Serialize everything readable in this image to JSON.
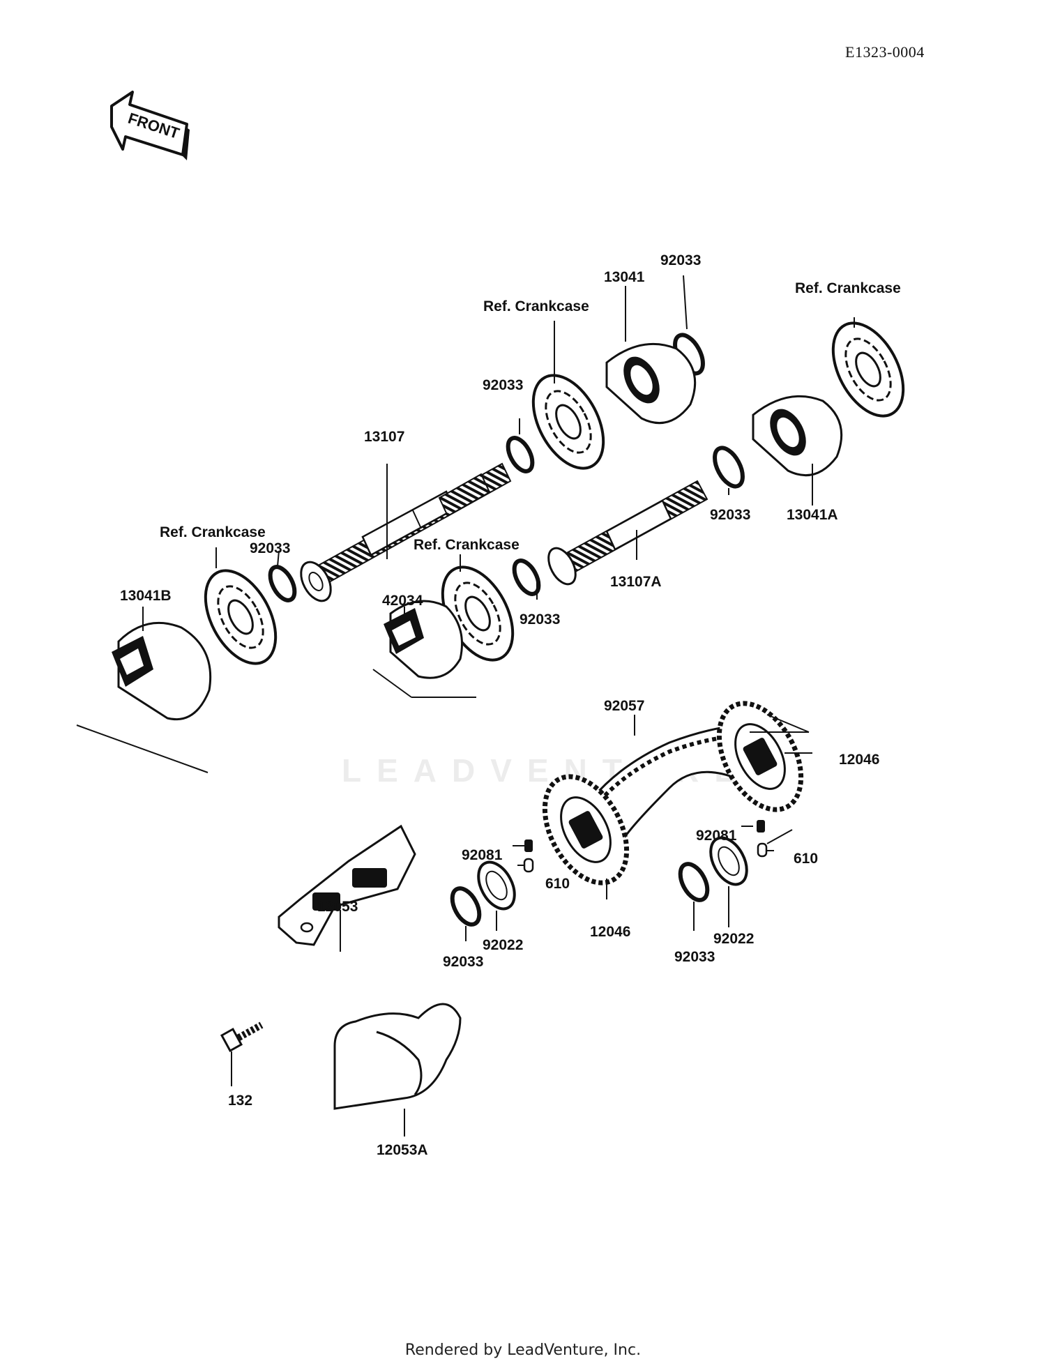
{
  "header": {
    "doc_id": "E1323-0004"
  },
  "front_marker": {
    "text": "FRONT"
  },
  "watermark": {
    "text": "LEADVENTURE"
  },
  "footer": {
    "text": "Rendered by LeadVenture, Inc."
  },
  "parts": {
    "p_13107": "13107",
    "p_13107A": "13107A",
    "p_13041": "13041",
    "p_13041A": "13041A",
    "p_13041B": "13041B",
    "p_42034": "42034",
    "p_92057": "92057",
    "p_12046_right": "12046",
    "p_12046_left": "12046",
    "p_12053": "12053",
    "p_12053A": "12053A",
    "p_132": "132",
    "p_92033_top": "92033",
    "p_92033_mid": "92033",
    "p_92033_left": "92033",
    "p_92033_a": "92033",
    "p_92033_b": "92033",
    "p_92033_c": "92033",
    "p_92033_d": "92033",
    "p_92081_left": "92081",
    "p_92081_right": "92081",
    "p_610_left": "610",
    "p_610_right": "610",
    "p_92022_left": "92022",
    "p_92022_right": "92022",
    "ref_crankcase_1": "Ref. Crankcase",
    "ref_crankcase_2": "Ref. Crankcase",
    "ref_crankcase_3": "Ref. Crankcase",
    "ref_crankcase_4": "Ref. Crankcase"
  }
}
